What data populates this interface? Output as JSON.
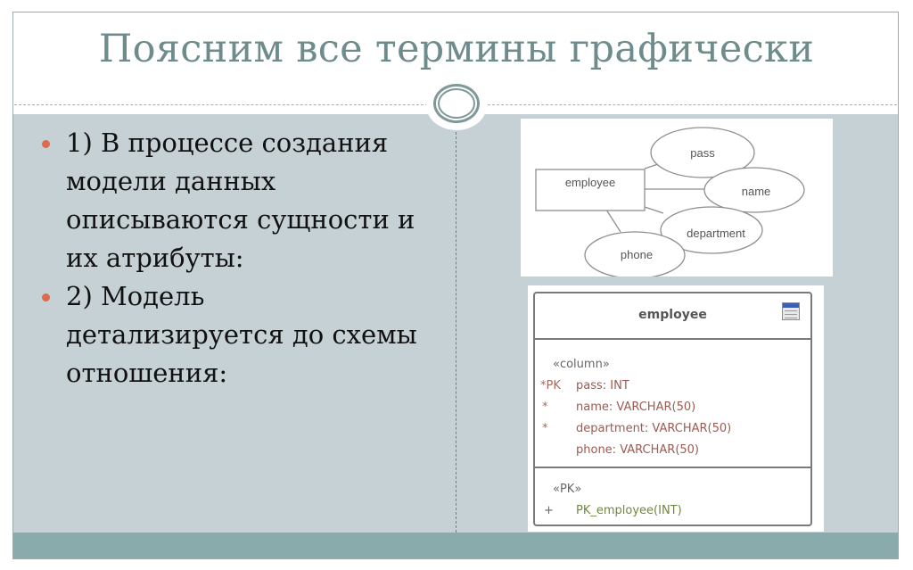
{
  "slide": {
    "title": "Поясним все термины графически",
    "bullets": [
      {
        "text": "1) В процессе создания модели данных описываются сущности и их атрибуты:"
      },
      {
        "text": "2) Модель детализируется до схемы отношения:"
      }
    ],
    "colors": {
      "title": "#6f8c8c",
      "body_background": "#c6d1d6",
      "footer_bar": "#8aabab",
      "bullet": "#dd6a4c"
    }
  },
  "er_diagram": {
    "entity": "employee",
    "attributes": [
      "pass",
      "name",
      "department",
      "phone"
    ]
  },
  "table_diagram": {
    "name": "employee",
    "icon": "table-icon",
    "columns_stereotype": "«column»",
    "columns": [
      {
        "marker": "*PK",
        "text": "pass: INT"
      },
      {
        "marker": "*",
        "text": "name: VARCHAR(50)"
      },
      {
        "marker": "*",
        "text": "department: VARCHAR(50)"
      },
      {
        "marker": "",
        "text": "phone: VARCHAR(50)"
      }
    ],
    "keys_stereotype": "«PK»",
    "keys": [
      {
        "marker": "+",
        "text": "PK_employee(INT)"
      }
    ]
  }
}
